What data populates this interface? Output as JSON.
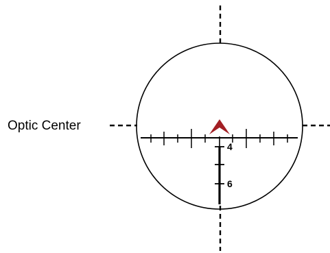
{
  "labels": {
    "optic_center": "Optic Center"
  },
  "reticle": {
    "stadia_labels": [
      "4",
      "6"
    ],
    "chevron_color": "#a31f24",
    "line_color": "#000000",
    "background_color": "#ffffff"
  },
  "icons": {
    "chevron": "chevron-up-icon"
  }
}
